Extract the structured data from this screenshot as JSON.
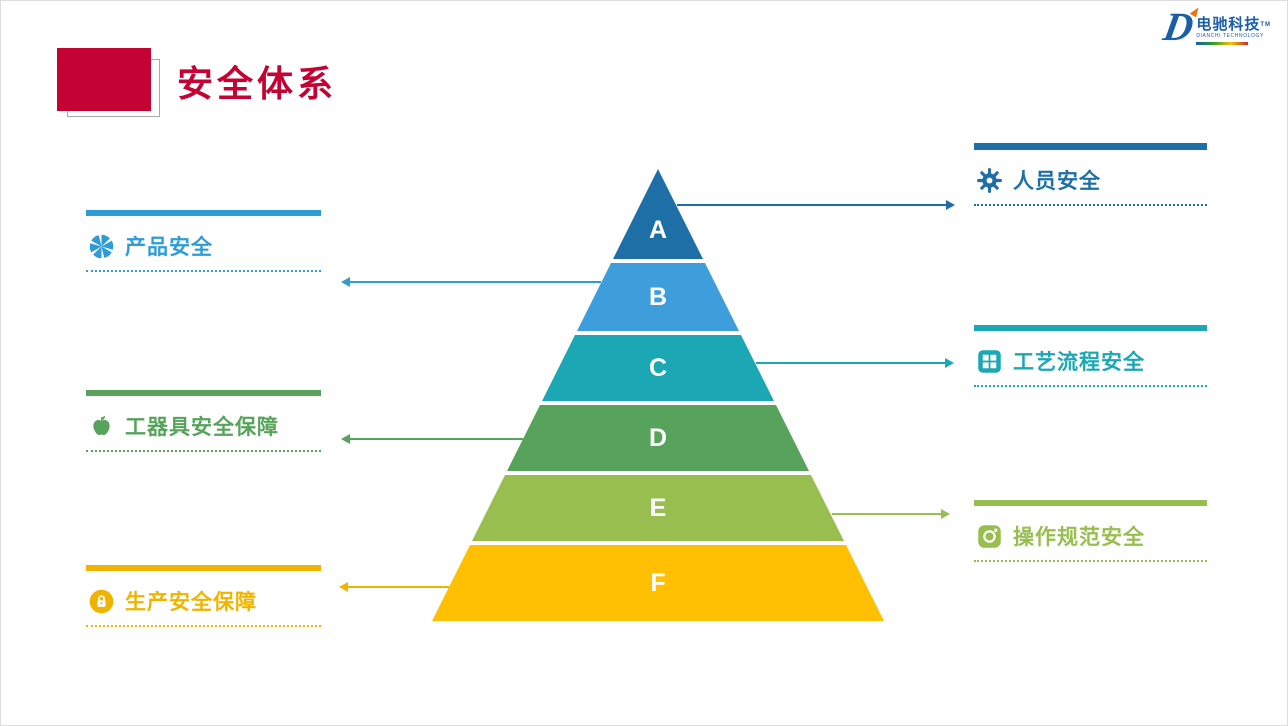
{
  "slide": {
    "title": "安全体系",
    "accent_red": "#C40233",
    "background": "#FFFFFF"
  },
  "logo": {
    "mark": "D",
    "company": "电驰科技",
    "tm": "TM",
    "caption": "DIANCHI TECHNOLOGY",
    "color": "#1B5EA8"
  },
  "pyramid": {
    "levels": [
      {
        "label": "A",
        "color": "#1E6FA6"
      },
      {
        "label": "B",
        "color": "#3E9EDB"
      },
      {
        "label": "C",
        "color": "#1BA7B3"
      },
      {
        "label": "D",
        "color": "#57A35C"
      },
      {
        "label": "E",
        "color": "#97BE4E"
      },
      {
        "label": "F",
        "color": "#FFC003"
      }
    ]
  },
  "callouts": [
    {
      "text": "人员安全",
      "color": "#1E6FA6",
      "icon": "gear-icon",
      "side": "right"
    },
    {
      "text": "产品安全",
      "color": "#2F9CD8",
      "icon": "aperture-icon",
      "side": "left"
    },
    {
      "text": "工艺流程安全",
      "color": "#1BA7B3",
      "icon": "grid-icon",
      "side": "right"
    },
    {
      "text": "工器具安全保障",
      "color": "#57A35C",
      "icon": "apple-icon",
      "side": "left"
    },
    {
      "text": "操作规范安全",
      "color": "#97BE4E",
      "icon": "camera-icon",
      "side": "right"
    },
    {
      "text": "生产安全保障",
      "color": "#F0B400",
      "icon": "lock-icon",
      "side": "left"
    }
  ]
}
